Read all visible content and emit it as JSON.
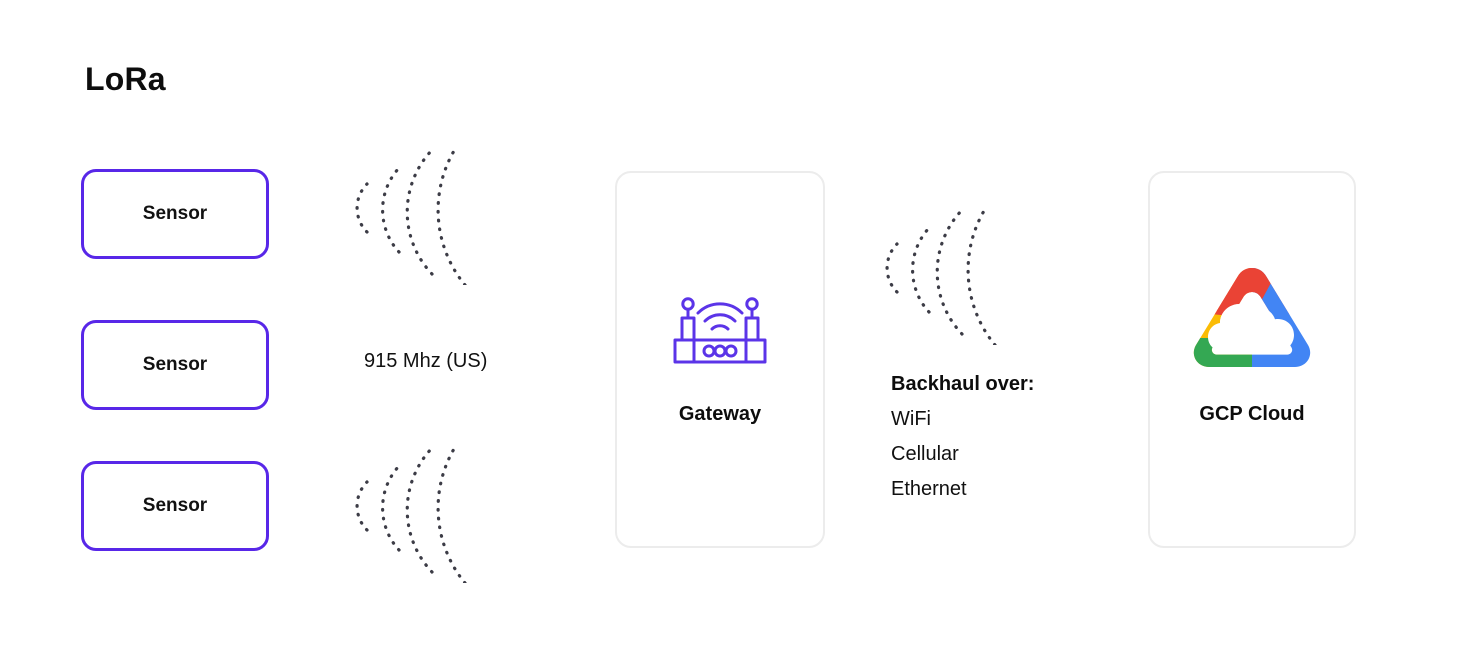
{
  "title": "LoRa",
  "colors": {
    "sensor_border": "#5827E8",
    "card_border": "#ececec",
    "icon_purple": "#5B34E8",
    "dot_gray": "#3c3c46",
    "gcp_red": "#EA4335",
    "gcp_blue": "#4285F4",
    "gcp_yellow": "#FBBC05",
    "gcp_green": "#34A853",
    "text": "#111111",
    "background": "#ffffff"
  },
  "sensors": [
    {
      "label": "Sensor"
    },
    {
      "label": "Sensor"
    },
    {
      "label": "Sensor"
    }
  ],
  "lora_link": {
    "frequency_label": "915 Mhz (US)",
    "signal_icon": "dotted-signal-arcs",
    "arc_count": 4
  },
  "gateway_card": {
    "label": "Gateway",
    "icon": "router-icon"
  },
  "backhaul": {
    "title": "Backhaul over:",
    "items": [
      "WiFi",
      "Cellular",
      "Ethernet"
    ],
    "signal_icon": "dotted-signal-arcs"
  },
  "cloud_card": {
    "label": "GCP Cloud",
    "icon": "google-cloud-logo"
  }
}
